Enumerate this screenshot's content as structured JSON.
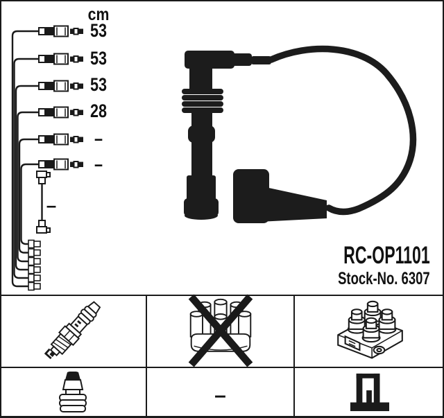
{
  "diagram": {
    "unit_header": "cm",
    "cable_lengths": [
      "53",
      "53",
      "53",
      "28",
      "–",
      "–"
    ],
    "coil_lead_length": "–",
    "icons": [
      "cable-connector-icon",
      "coil-lead-icon",
      "ignition-coil-pack-icon"
    ]
  },
  "photo": {
    "icon": "ignition-cable-photo"
  },
  "product": {
    "part_number": "RC-OP1101",
    "stock_label": "Stock-No. 6307"
  },
  "compatibility": {
    "no_entry_label": "–",
    "cells": [
      {
        "icon": "spark-plug-icon"
      },
      {
        "icon": "distributor-cap-crossed-icon"
      },
      {
        "icon": "ignition-coil-pack-icon"
      },
      {
        "icon": "plug-terminal-nut-icon"
      },
      {
        "icon": "none"
      },
      {
        "icon": "coil-terminal-icon"
      }
    ]
  },
  "colors": {
    "ink": "#1a1a1a",
    "photo_black": "#1c1c1c",
    "background": "#ffffff"
  }
}
